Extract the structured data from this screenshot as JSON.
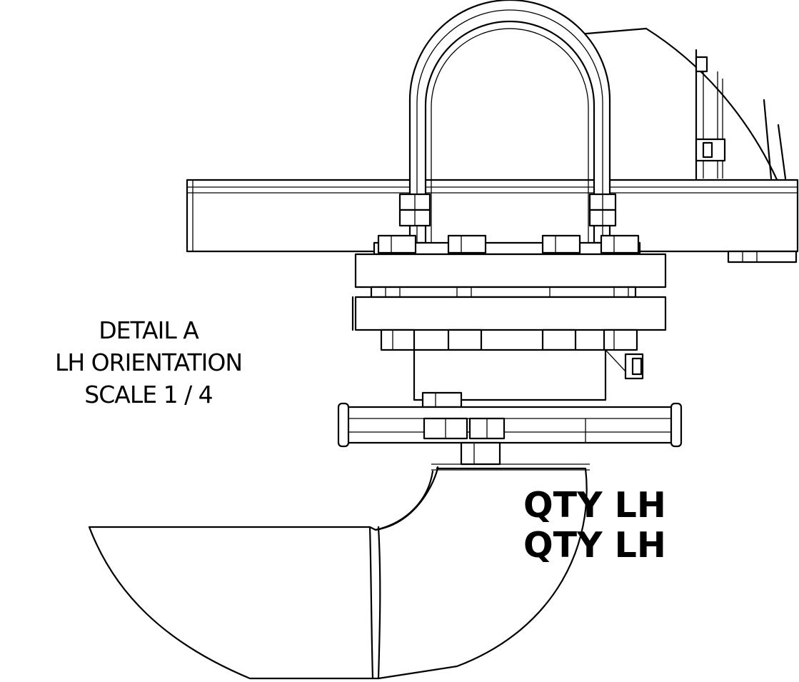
{
  "detail": {
    "title": "DETAIL  A",
    "orientation": "LH ORIENTATION",
    "scale": "SCALE 1 / 4"
  },
  "quantity_notes": [
    "QTY LH",
    "QTY LH"
  ]
}
